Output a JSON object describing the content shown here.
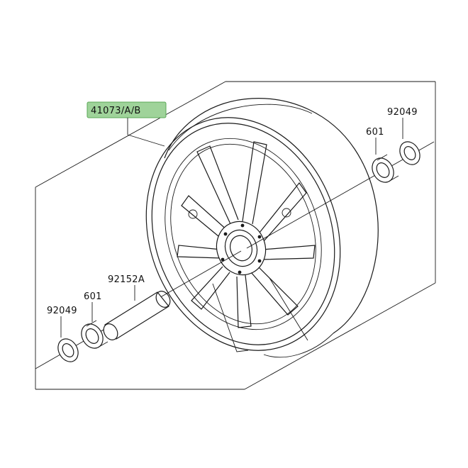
{
  "labels": {
    "assembly": "41073/A/B",
    "seal_right": "92049",
    "bearing_right": "601",
    "collar": "92152A",
    "bearing_left": "601",
    "seal_left": "92049"
  },
  "colors": {
    "highlight": "#9fd39a",
    "highlight_border": "#5aa855",
    "line": "#1a1a1a"
  }
}
